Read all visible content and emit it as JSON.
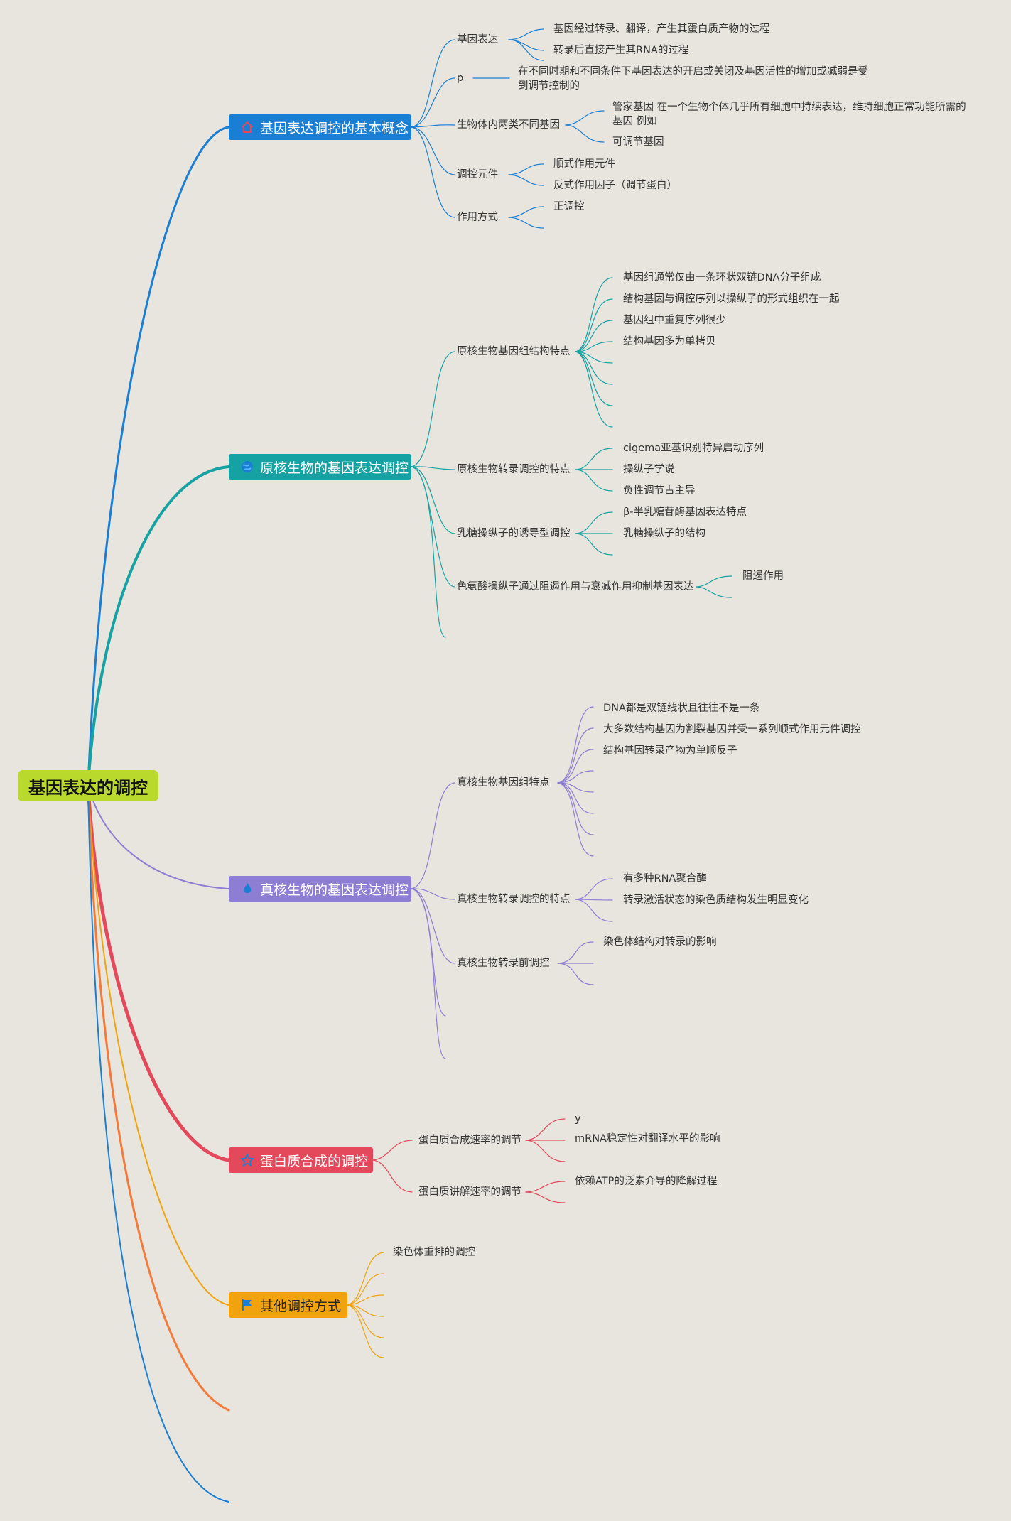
{
  "root": "基因表达的调控",
  "topics": [
    {
      "label": "基因表达调控的基本概念",
      "icon": "home-icon",
      "color": "#1a7fd4",
      "children": [
        {
          "label": "基因表达",
          "children": [
            "基因经过转录、翻译，产生其蛋白质产物的过程",
            "转录后直接产生其RNA的过程"
          ]
        },
        {
          "label": "p",
          "children": [
            "在不同时期和不同条件下基因表达的开启或关闭及基因活性的增加或减弱是受到调节控制的"
          ]
        },
        {
          "label": "生物体内两类不同基因",
          "children": [
            "管家基因 在一个生物个体几乎所有细胞中持续表达，维持细胞正常功能所需的基因 例如",
            "可调节基因"
          ]
        },
        {
          "label": "调控元件",
          "children": [
            "顺式作用元件",
            "反式作用因子（调节蛋白）"
          ]
        },
        {
          "label": "作用方式",
          "children": [
            "正调控"
          ]
        }
      ]
    },
    {
      "label": "原核生物的基因表达调控",
      "icon": "globe-icon",
      "color": "#16a2a3",
      "children": [
        {
          "label": "原核生物基因组结构特点",
          "children": [
            "基因组通常仅由一条环状双链DNA分子组成",
            "结构基因与调控序列以操纵子的形式组织在一起",
            "基因组中重复序列很少",
            "结构基因多为单拷贝"
          ]
        },
        {
          "label": "原核生物转录调控的特点",
          "children": [
            "cigema亚基识别特异启动序列",
            "操纵子学说",
            "负性调节占主导"
          ]
        },
        {
          "label": "乳糖操纵子的诱导型调控",
          "children": [
            "β-半乳糖苷酶基因表达特点",
            "乳糖操纵子的结构"
          ]
        },
        {
          "label": "色氨酸操纵子通过阻遏作用与衰减作用抑制基因表达",
          "children": [
            "阻遏作用"
          ]
        }
      ]
    },
    {
      "label": "真核生物的基因表达调控",
      "icon": "flame-icon",
      "color": "#8d7dd3",
      "children": [
        {
          "label": "真核生物基因组特点",
          "children": [
            "DNA都是双链线状且往往不是一条",
            "大多数结构基因为割裂基因并受一系列顺式作用元件调控",
            "结构基因转录产物为单顺反子"
          ]
        },
        {
          "label": "真核生物转录调控的特点",
          "children": [
            "有多种RNA聚合酶",
            "转录激活状态的染色质结构发生明显变化"
          ]
        },
        {
          "label": "真核生物转录前调控",
          "children": [
            "染色体结构对转录的影响"
          ]
        }
      ]
    },
    {
      "label": "蛋白质合成的调控",
      "icon": "star-icon",
      "color": "#e3485b",
      "children": [
        {
          "label": "蛋白质合成速率的调节",
          "children": [
            "y",
            "mRNA稳定性对翻译水平的影响"
          ]
        },
        {
          "label": "蛋白质讲解速率的调节",
          "children": [
            "依赖ATP的泛素介导的降解过程"
          ]
        }
      ]
    },
    {
      "label": "其他调控方式",
      "icon": "flag-icon",
      "color": "#f0a30d",
      "children": [
        {
          "label": "染色体重排的调控",
          "children": []
        }
      ]
    }
  ],
  "extra_branch_colors": [
    "#f47a3a",
    "#1a7fd4"
  ]
}
